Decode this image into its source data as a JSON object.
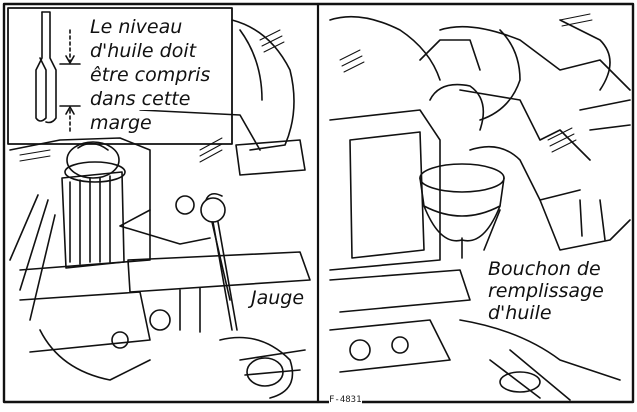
{
  "labels": {
    "oil_level_line1": "Le niveau",
    "oil_level_line2": "d'huile doit",
    "oil_level_line3": "être compris",
    "oil_level_line4": "dans cette",
    "oil_level_line5": "marge",
    "dipstick": "Jauge",
    "filler_cap_line1": "Bouchon de",
    "filler_cap_line2": "remplissage",
    "filler_cap_line3": "d'huile"
  },
  "figure_code": "F-4831",
  "colors": {
    "ink": "#111111",
    "paper": "#ffffff"
  }
}
